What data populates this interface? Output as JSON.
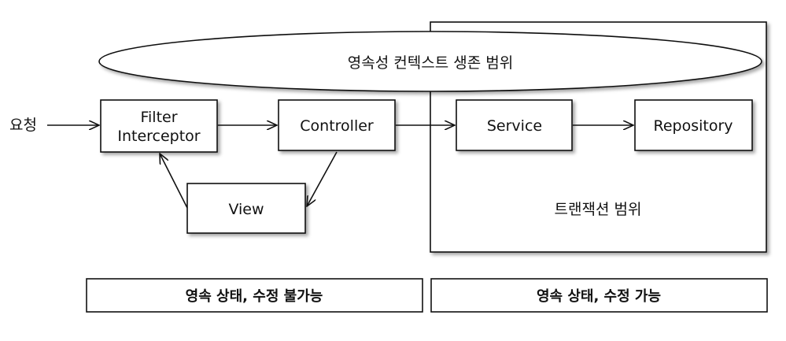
{
  "diagram": {
    "persistence_context_scope": "영속성 컨텍스트 생존 범위",
    "transaction_scope": "트랜잭션 범위",
    "request_label": "요청",
    "nodes": {
      "filter_line1": "Filter",
      "filter_line2": "Interceptor",
      "controller": "Controller",
      "view": "View",
      "service": "Service",
      "repository": "Repository"
    },
    "bottom_bars": {
      "left": "영속 상태, 수정 불가능",
      "right": "영속 상태, 수정 가능"
    }
  }
}
